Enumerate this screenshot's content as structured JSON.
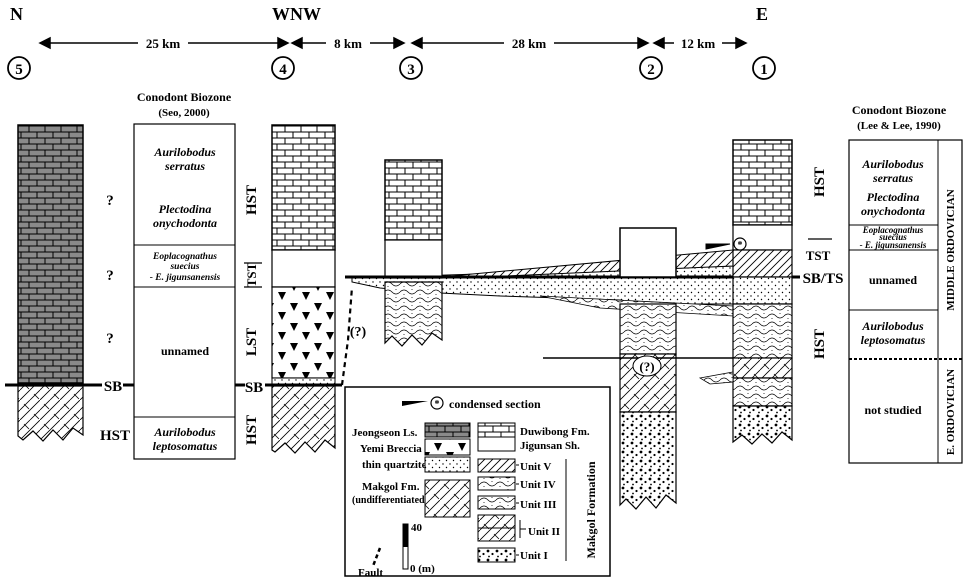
{
  "directions": {
    "north": "N",
    "wnw": "WNW",
    "east": "E"
  },
  "distances": [
    "25 km",
    "8 km",
    "28 km",
    "12 km"
  ],
  "sections": {
    "s5": "5",
    "s4": "4",
    "s3": "3",
    "s2": "2",
    "s1": "1"
  },
  "left_biozone": {
    "title": "Conodont Biozone",
    "source": "(Seo, 2000)",
    "z1a": "Aurilobodus",
    "z1b": "serratus",
    "z2a": "Plectodina",
    "z2b": "onychodonta",
    "z3a": "Eoplacognathus",
    "z3b": "suecius",
    "z3c": "- E. jigunsanensis",
    "z4": "unnamed",
    "z5a": "Aurilobodus",
    "z5b": "leptosomatus"
  },
  "right_biozone": {
    "title": "Conodont Biozone",
    "source": "(Lee & Lee, 1990)",
    "z1a": "Aurilobodus",
    "z1b": "serratus",
    "z2a": "Plectodina",
    "z2b": "onychodonta",
    "z3a": "Eoplacognathus",
    "z3b": "suecius",
    "z3c": "- E. jigunsanensis",
    "z4": "unnamed",
    "z5a": "Aurilobodus",
    "z5b": "leptosomatus",
    "z6": "not studied",
    "period_mid": "MIDDLE ORDOVICIAN",
    "period_early": "E. ORDOVICIAN"
  },
  "labels": {
    "hst": "HST",
    "tst": "TST",
    "lst": "LST",
    "sb": "SB",
    "sbts": "SB/TS",
    "q": "?",
    "qp": "(?)"
  },
  "legend": {
    "condensed": "condensed section",
    "jeongseon": "Jeongseon Ls.",
    "yemi": "Yemi Breccia",
    "quartzite": "thin quartzite",
    "makgol": "Makgol Fm.",
    "undiff": "(undifferentiated)",
    "duwibong": "Duwibong Fm.",
    "jigunsan": "Jigunsan Sh.",
    "unit5": "Unit V",
    "unit4": "Unit IV",
    "unit3": "Unit III",
    "unit2": "Unit II",
    "unit1": "Unit I",
    "makgol_formation": "Makgol Formation",
    "fault": "Fault",
    "scale_top": "40",
    "scale_bottom": "0 (m)"
  }
}
